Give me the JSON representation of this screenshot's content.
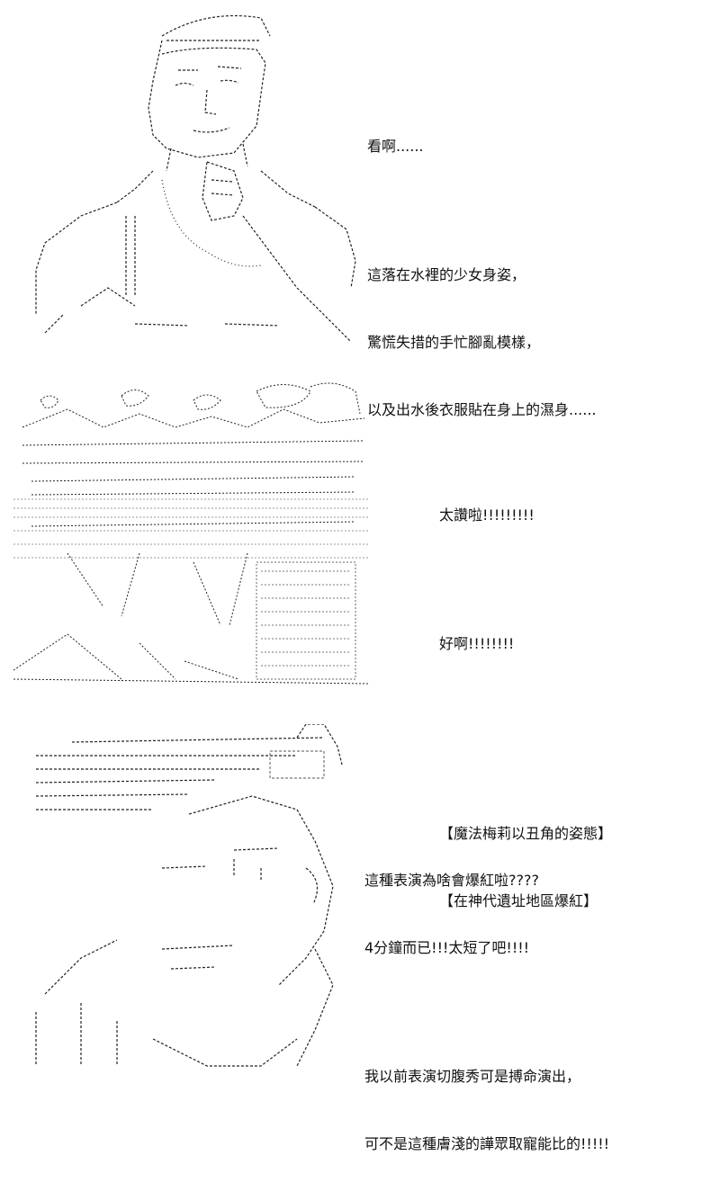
{
  "panels": [
    {
      "art": "ascii-art-man-portrait",
      "lines": [
        "看啊......",
        "",
        "這落在水裡的少女身姿，",
        "驚慌失措的手忙腳亂模樣，",
        "以及出水後衣服貼在身上的濕身......"
      ]
    },
    {
      "art": "ascii-art-cheering-crowd",
      "lines": [
        "太讚啦!!!!!!!!!",
        "",
        "好啊!!!!!!!!",
        "",
        "",
        "【魔法梅莉以丑角的姿態】",
        "【在神代遺址地區爆紅】"
      ]
    },
    {
      "art": "ascii-art-angry-man",
      "lines": [
        "這種表演為啥會爆紅啦????",
        "4分鐘而已!!!太短了吧!!!!",
        "",
        "我以前表演切腹秀可是搏命演出，",
        "可不是這種膚淺的譁眾取寵能比的!!!!!"
      ]
    }
  ]
}
